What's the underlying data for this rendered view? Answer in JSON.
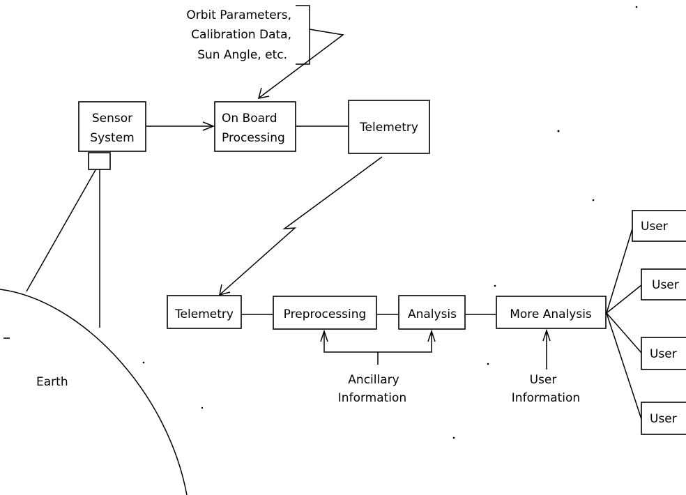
{
  "labels": {
    "orbit_line1": "Orbit Parameters,",
    "orbit_line2": "Calibration Data,",
    "orbit_line3": "Sun Angle, etc.",
    "sensor_line1": "Sensor",
    "sensor_line2": "System",
    "onboard_line1": "On Board",
    "onboard_line2": "Processing",
    "telemetry_top": "Telemetry",
    "telemetry_bottom": "Telemetry",
    "preprocessing": "Preprocessing",
    "analysis": "Analysis",
    "more_analysis": "More Analysis",
    "ancillary_line1": "Ancillary",
    "ancillary_line2": "Information",
    "userinfo_line1": "User",
    "userinfo_line2": "Information",
    "earth": "Earth",
    "user_1": "User",
    "user_2": "User",
    "user_3": "User",
    "user_4": "User"
  }
}
